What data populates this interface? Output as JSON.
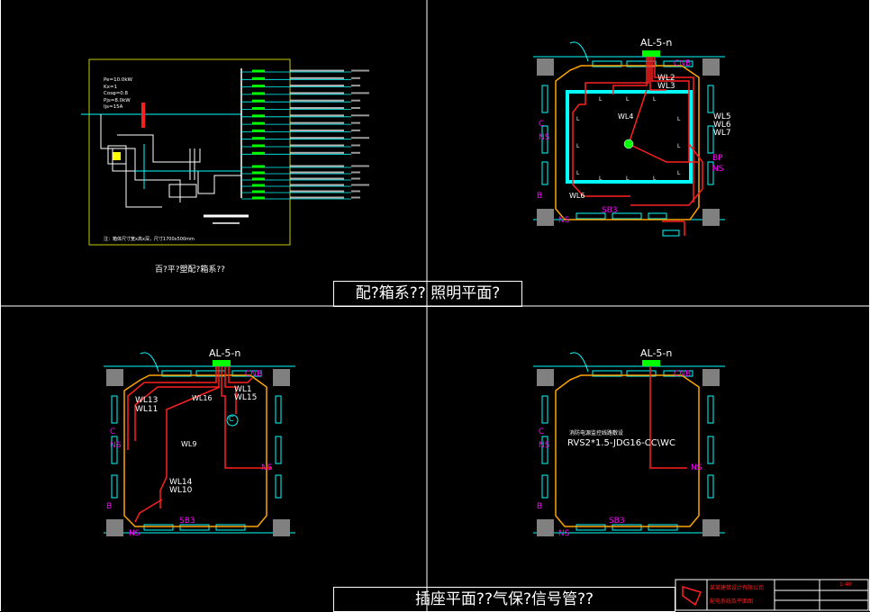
{
  "panels": {
    "top_left": {
      "caption": "百?平?塑配?箱系??",
      "params": [
        "Pe=10.0kW",
        "Kx=1",
        "Cosφ=0.8",
        "Pjs=8.0kW",
        "Ijs=15A"
      ],
      "note": "注：箱体尺寸宽x高x深，尺寸1700x500mm"
    },
    "top_right": {
      "panel_label": "AL-5-n",
      "circuits": [
        "WL2",
        "WL3",
        "WL4",
        "WL5",
        "WL6",
        "WL7",
        "WL6"
      ]
    },
    "bottom_left": {
      "panel_label": "AL-5-n",
      "circuits": [
        "WL13",
        "WL11",
        "WL16",
        "WL1",
        "WL15",
        "WL9",
        "WL14",
        "WL10"
      ],
      "symbol": "C"
    },
    "bottom_right": {
      "panel_label": "AL-5-n",
      "cable_note": "RVS2*1.5-JDG16-CC\\WC",
      "cable_note_cn": "消防电源监控线路敷设"
    }
  },
  "captions": {
    "top": "配?箱系??  照明平面?",
    "bottom": "插座平面??气保?信号管??"
  },
  "title_block": {
    "company": "某某建筑设计有限公司",
    "drawing": "配电系统及平面图",
    "scale": "1:40"
  },
  "colors": {
    "frame": "#ffffff",
    "wall": "#ffa500",
    "cyan": "#00ffff",
    "green": "#00ff00",
    "red": "#ff2020",
    "magenta": "#ff00ff"
  }
}
